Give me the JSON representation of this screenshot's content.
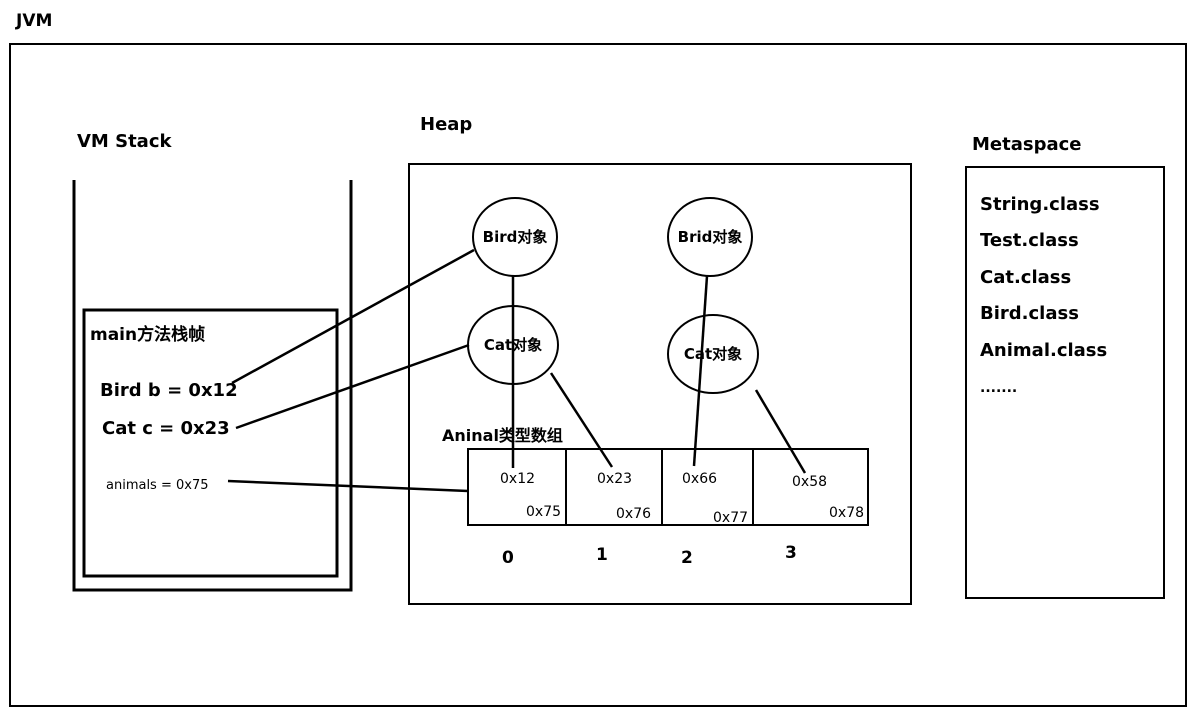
{
  "jvm": {
    "title": "JVM"
  },
  "vm_stack": {
    "title": "VM Stack",
    "frame": {
      "title": "main方法栈帧",
      "vars": [
        {
          "text": "Bird b = 0x12"
        },
        {
          "text": "Cat c = 0x23"
        },
        {
          "text": "animals = 0x75"
        }
      ]
    }
  },
  "heap": {
    "title": "Heap",
    "objects": [
      {
        "label": "Bird对象"
      },
      {
        "label": "Brid对象"
      },
      {
        "label": "Cat对象"
      },
      {
        "label": "Cat对象"
      }
    ],
    "array": {
      "title": "Aninal类型数组",
      "cells": [
        {
          "value": "0x12",
          "address": "0x75",
          "index": "0"
        },
        {
          "value": "0x23",
          "address": "0x76",
          "index": "1"
        },
        {
          "value": "0x66",
          "address": "0x77",
          "index": "2"
        },
        {
          "value": "0x58",
          "address": "0x78",
          "index": "3"
        }
      ]
    }
  },
  "metaspace": {
    "title": "Metaspace",
    "classes": [
      "String.class",
      "Test.class",
      "Cat.class",
      "Bird.class",
      "Animal.class",
      "......."
    ]
  }
}
